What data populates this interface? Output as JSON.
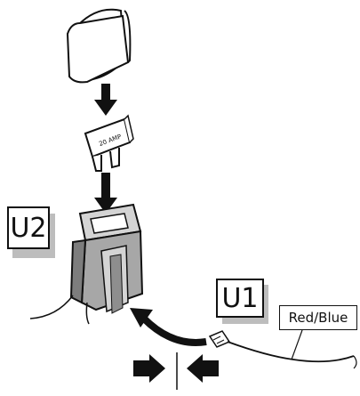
{
  "callouts": {
    "u2": "U2",
    "u1": "U1",
    "wire_label": "Red/Blue"
  },
  "fuse_marking": "20 AMP",
  "colors": {
    "line": "#111111",
    "component_gray": "#a7a7a7",
    "component_light": "#d4d4d4",
    "component_dark": "#7d7d7d",
    "shadow": "#bdbdbd"
  }
}
